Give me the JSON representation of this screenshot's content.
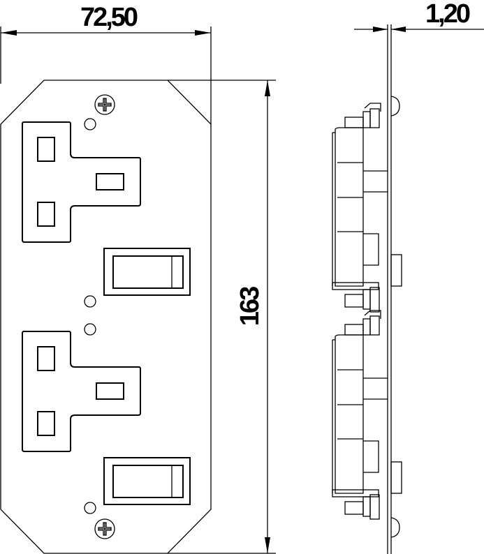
{
  "drawing": {
    "dimensions": {
      "width": "72,50",
      "height": "163",
      "thickness": "1,20"
    },
    "views": [
      "front-view",
      "side-view"
    ],
    "line_color": "#000000",
    "background_color": "#ffffff"
  }
}
